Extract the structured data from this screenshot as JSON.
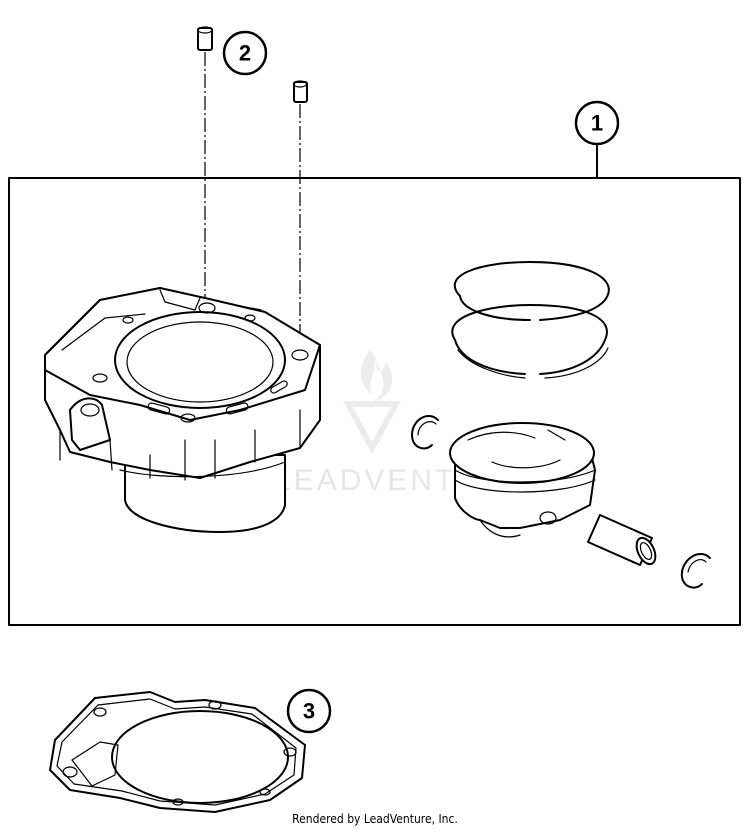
{
  "diagram": {
    "callouts": [
      {
        "id": "1",
        "label": "1"
      },
      {
        "id": "2",
        "label": "2"
      },
      {
        "id": "3",
        "label": "3"
      }
    ],
    "watermark": "LEADVENTURE",
    "footer": "Rendered by LeadVenture, Inc."
  },
  "colors": {
    "line": "#000000",
    "background": "#ffffff",
    "watermark": "#e6e6e6"
  }
}
